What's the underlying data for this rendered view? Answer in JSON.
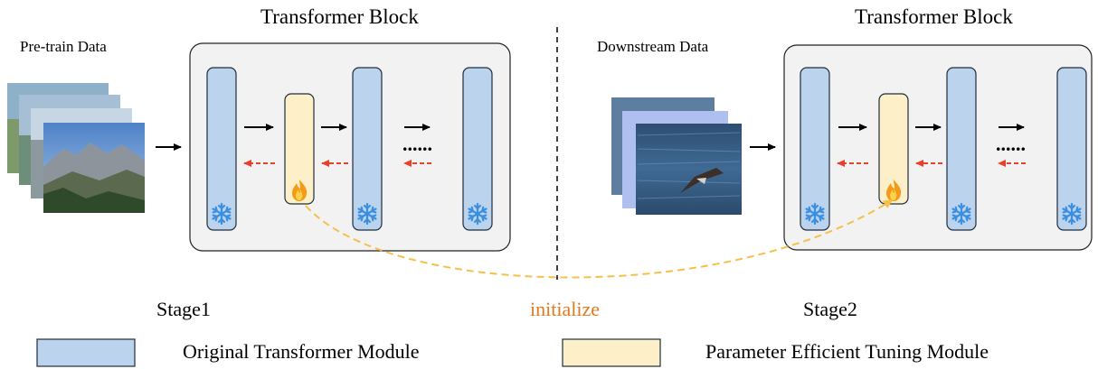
{
  "stage1": {
    "block_title": "Transformer Block",
    "data_label": "Pre-train Data",
    "stage_label": "Stage1"
  },
  "stage2": {
    "block_title": "Transformer Block",
    "data_label": "Downstream Data",
    "stage_label": "Stage2"
  },
  "initialize_label": "initialize",
  "legend": {
    "original_module": "Original Transformer Module",
    "pet_module": "Parameter Efficient Tuning Module"
  },
  "colors": {
    "module_fill": "#bcd3ee",
    "module_stroke": "#1f2d3d",
    "pet_fill": "#fdf0c8",
    "block_fill": "#f2f2f2",
    "backward_arrow": "#e8402a",
    "init_curve": "#f5c04a",
    "init_text": "#e07a1f",
    "snowflake": "#3b8fe0",
    "fire": "#f39a1a"
  },
  "icons": {
    "frozen": "snowflake-icon",
    "trainable": "fire-icon"
  }
}
